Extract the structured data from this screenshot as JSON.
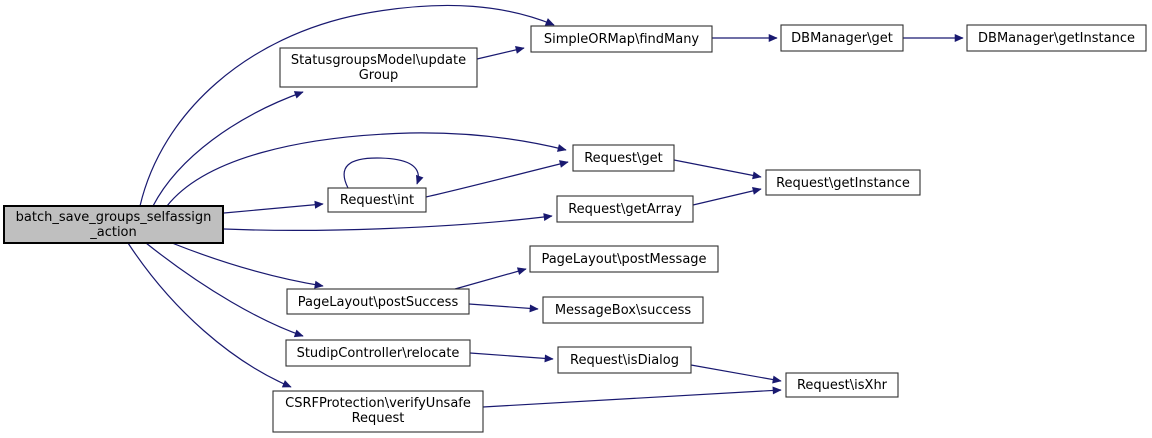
{
  "diagram": {
    "kind": "doxygen-call-graph",
    "colors": {
      "edge": "#191970",
      "node_border": "#303030",
      "node_fill": "#ffffff",
      "highlight_fill": "#bfbfbf",
      "text": "#000000",
      "background": "#ffffff"
    },
    "nodes": {
      "main": {
        "label": "batch_save_groups_selfassign_action",
        "lines": [
          "batch_save_groups_selfassign",
          "_action"
        ],
        "highlighted": true
      },
      "update_group": {
        "label": "StatusgroupsModel\\updateGroup",
        "lines": [
          "StatusgroupsModel\\update",
          "Group"
        ]
      },
      "find_many": {
        "label": "SimpleORMap\\findMany",
        "lines": [
          "SimpleORMap\\findMany"
        ]
      },
      "db_get": {
        "label": "DBManager\\get",
        "lines": [
          "DBManager\\get"
        ]
      },
      "db_get_instance": {
        "label": "DBManager\\getInstance",
        "lines": [
          "DBManager\\getInstance"
        ]
      },
      "req_int": {
        "label": "Request\\int",
        "lines": [
          "Request\\int"
        ]
      },
      "req_get": {
        "label": "Request\\get",
        "lines": [
          "Request\\get"
        ]
      },
      "req_get_array": {
        "label": "Request\\getArray",
        "lines": [
          "Request\\getArray"
        ]
      },
      "req_get_instance": {
        "label": "Request\\getInstance",
        "lines": [
          "Request\\getInstance"
        ]
      },
      "post_success": {
        "label": "PageLayout\\postSuccess",
        "lines": [
          "PageLayout\\postSuccess"
        ]
      },
      "post_message": {
        "label": "PageLayout\\postMessage",
        "lines": [
          "PageLayout\\postMessage"
        ]
      },
      "msg_success": {
        "label": "MessageBox\\success",
        "lines": [
          "MessageBox\\success"
        ]
      },
      "relocate": {
        "label": "StudipController\\relocate",
        "lines": [
          "StudipController\\relocate"
        ]
      },
      "is_dialog": {
        "label": "Request\\isDialog",
        "lines": [
          "Request\\isDialog"
        ]
      },
      "csrf": {
        "label": "CSRFProtection\\verifyUnsafeRequest",
        "lines": [
          "CSRFProtection\\verifyUnsafe",
          "Request"
        ]
      },
      "is_xhr": {
        "label": "Request\\isXhr",
        "lines": [
          "Request\\isXhr"
        ]
      }
    },
    "edges": [
      {
        "from": "main",
        "to": "find_many"
      },
      {
        "from": "main",
        "to": "update_group"
      },
      {
        "from": "main",
        "to": "req_get"
      },
      {
        "from": "main",
        "to": "req_int"
      },
      {
        "from": "main",
        "to": "req_get_array"
      },
      {
        "from": "main",
        "to": "post_success"
      },
      {
        "from": "main",
        "to": "relocate"
      },
      {
        "from": "main",
        "to": "csrf"
      },
      {
        "from": "update_group",
        "to": "find_many"
      },
      {
        "from": "find_many",
        "to": "db_get"
      },
      {
        "from": "db_get",
        "to": "db_get_instance"
      },
      {
        "from": "req_int",
        "to": "req_int"
      },
      {
        "from": "req_int",
        "to": "req_get"
      },
      {
        "from": "req_get",
        "to": "req_get_instance"
      },
      {
        "from": "req_get_array",
        "to": "req_get_instance"
      },
      {
        "from": "post_success",
        "to": "post_message"
      },
      {
        "from": "post_success",
        "to": "msg_success"
      },
      {
        "from": "relocate",
        "to": "is_dialog"
      },
      {
        "from": "is_dialog",
        "to": "is_xhr"
      },
      {
        "from": "csrf",
        "to": "is_xhr"
      }
    ]
  }
}
